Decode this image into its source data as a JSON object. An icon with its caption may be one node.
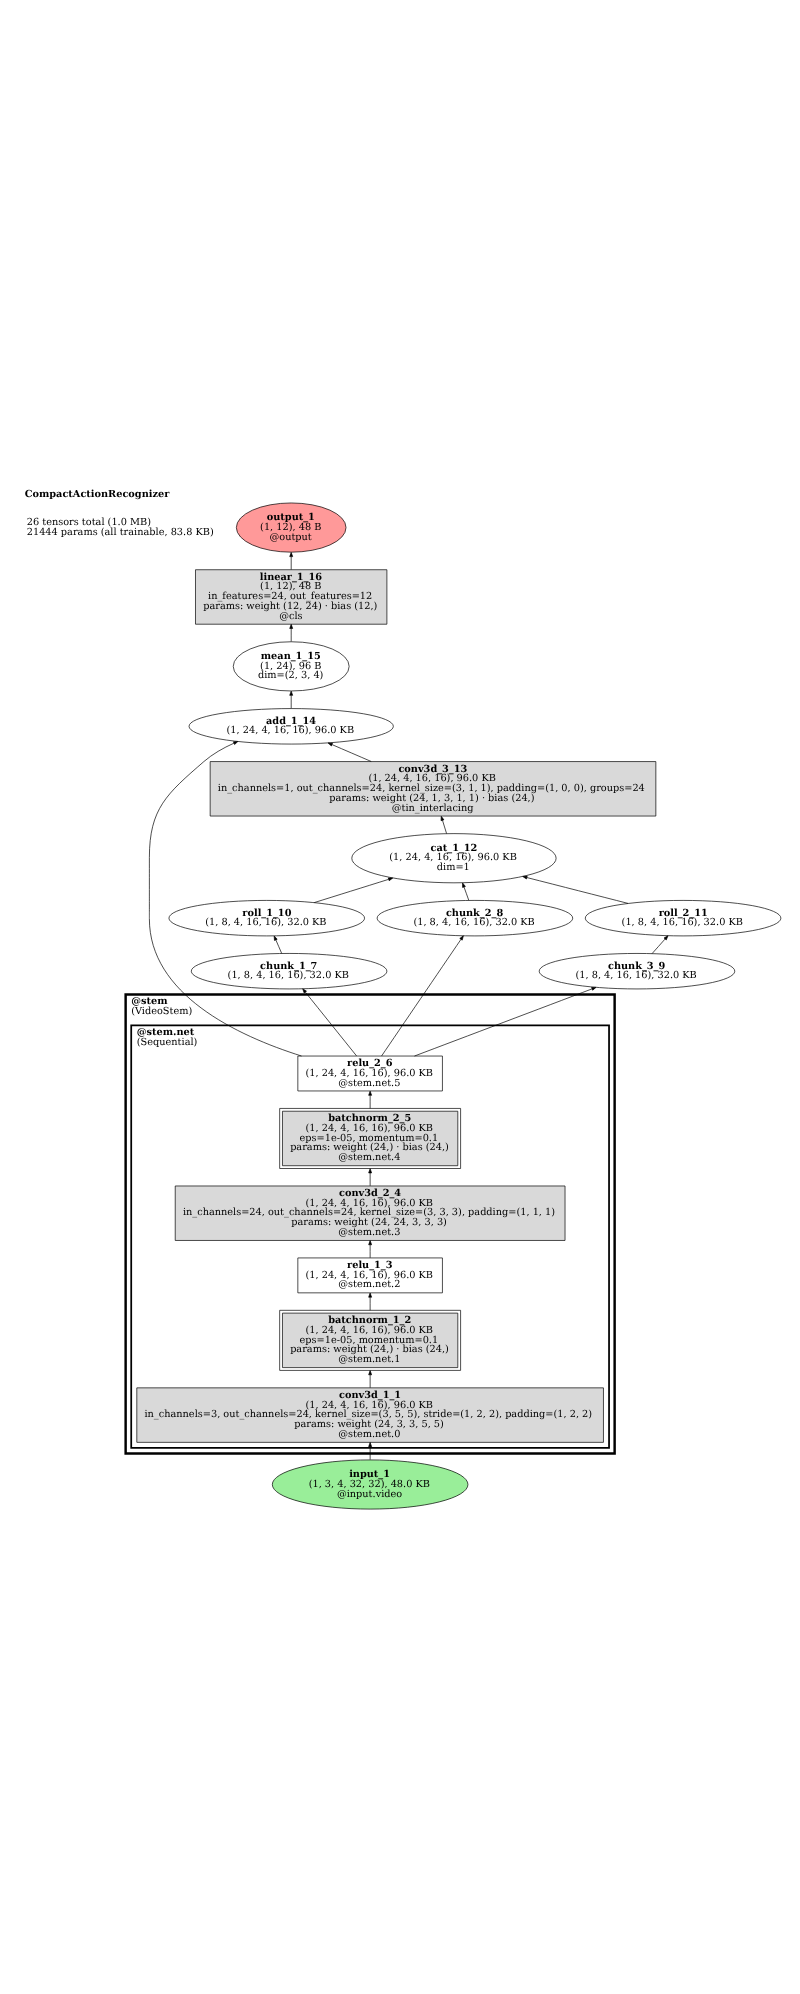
{
  "diagram": {
    "title": "CompactActionRecognizer",
    "labels": [
      "26 tensors total (1.0 MB)",
      "21444 params (all trainable, 83.8 KB)"
    ],
    "nodes": [
      {
        "text": [
          "output_1",
          "(1, 12), 48 B",
          "@output"
        ]
      },
      {
        "text": [
          "linear_1_16",
          "(1, 12), 48 B",
          "in_features=24, out_features=12",
          "params: weight (12, 24) · bias (12,)",
          "@cls"
        ]
      },
      {
        "text": [
          "mean_1_15",
          "(1, 24), 96 B",
          "dim=(2, 3, 4)"
        ]
      },
      {
        "text": [
          "add_1_14",
          "(1, 24, 4, 16, 16), 96.0 KB"
        ]
      },
      {
        "text": [
          "conv3d_3_13",
          "(1, 24, 4, 16, 16), 96.0 KB",
          "in_channels=1, out_channels=24, kernel_size=(3, 1, 1), padding=(1, 0, 0), groups=24",
          "params: weight (24, 1, 3, 1, 1) · bias (24,)",
          "@tin_interlacing"
        ]
      },
      {
        "text": [
          "cat_1_12",
          "(1, 24, 4, 16, 16), 96.0 KB",
          "dim=1"
        ]
      },
      {
        "text": [
          "roll_1_10",
          "(1, 8, 4, 16, 16), 32.0 KB"
        ]
      },
      {
        "text": [
          "roll_2_11",
          "(1, 8, 4, 16, 16), 32.0 KB"
        ]
      },
      {
        "text": [
          "chunk_1_7",
          "(1, 8, 4, 16, 16), 32.0 KB"
        ]
      },
      {
        "text": [
          "chunk_2_8",
          "(1, 8, 4, 16, 16), 32.0 KB"
        ]
      },
      {
        "text": [
          "chunk_3_9",
          "(1, 8, 4, 16, 16), 32.0 KB"
        ]
      },
      {
        "text": [
          "@stem",
          "(VideoStem)"
        ]
      },
      {
        "text": [
          "@stem.net",
          "(Sequential)"
        ],
        "in": 11
      },
      {
        "text": [
          "relu_2_6",
          "(1, 24, 4, 16, 16), 96.0 KB",
          "@stem.net.5"
        ],
        "in": 12
      },
      {
        "text": [
          "batchnorm_2_5",
          "(1, 24, 4, 16, 16), 96.0 KB",
          "eps=1e-05, momentum=0.1",
          "params: weight (24,) · bias (24,)",
          "@stem.net.4"
        ],
        "in": 12
      },
      {
        "text": [
          "conv3d_2_4",
          "(1, 24, 4, 16, 16), 96.0 KB",
          "in_channels=24, out_channels=24, kernel_size=(3, 3, 3), padding=(1, 1, 1)",
          "params: weight (24, 24, 3, 3, 3)",
          "@stem.net.3"
        ],
        "in": 12
      },
      {
        "text": [
          "relu_1_3",
          "(1, 24, 4, 16, 16), 96.0 KB",
          "@stem.net.2"
        ],
        "in": 12
      },
      {
        "text": [
          "batchnorm_1_2",
          "(1, 24, 4, 16, 16), 96.0 KB",
          "eps=1e-05, momentum=0.1",
          "params: weight (24,) · bias (24,)",
          "@stem.net.1"
        ],
        "in": 12
      },
      {
        "text": [
          "conv3d_1_1",
          "(1, 24, 4, 16, 16), 96.0 KB",
          "in_channels=3, out_channels=24, kernel_size=(3, 5, 5), stride=(1, 2, 2), padding=(1, 2, 2)",
          "params: weight (24, 3, 3, 5, 5)",
          "@stem.net.0"
        ],
        "in": 12
      },
      {
        "text": [
          "input_1",
          "(1, 3, 4, 32, 32), 48.0 KB",
          "@input.video"
        ]
      }
    ],
    "edges": [
      {
        "from": 19,
        "to": 18,
        "arrow": "to"
      },
      {
        "from": 18,
        "to": 17,
        "arrow": "to"
      },
      {
        "from": 17,
        "to": 16,
        "arrow": "to"
      },
      {
        "from": 16,
        "to": 15,
        "arrow": "to"
      },
      {
        "from": 15,
        "to": 14,
        "arrow": "to"
      },
      {
        "from": 14,
        "to": 13,
        "arrow": "to"
      },
      {
        "from": 13,
        "to": 8,
        "arrow": "to"
      },
      {
        "from": 13,
        "to": 9,
        "arrow": "to"
      },
      {
        "from": 13,
        "to": 10,
        "arrow": "to"
      },
      {
        "from": 13,
        "to": 3,
        "arrow": "to"
      },
      {
        "from": 8,
        "to": 6,
        "arrow": "to"
      },
      {
        "from": 10,
        "to": 7,
        "arrow": "to"
      },
      {
        "from": 6,
        "to": 5,
        "arrow": "to"
      },
      {
        "from": 9,
        "to": 5,
        "arrow": "to"
      },
      {
        "from": 7,
        "to": 5,
        "arrow": "to"
      },
      {
        "from": 5,
        "to": 4,
        "arrow": "to"
      },
      {
        "from": 4,
        "to": 3,
        "arrow": "to"
      },
      {
        "from": 3,
        "to": 2,
        "arrow": "to"
      },
      {
        "from": 2,
        "to": 1,
        "arrow": "to"
      },
      {
        "from": 1,
        "to": 0,
        "arrow": "to"
      }
    ]
  }
}
